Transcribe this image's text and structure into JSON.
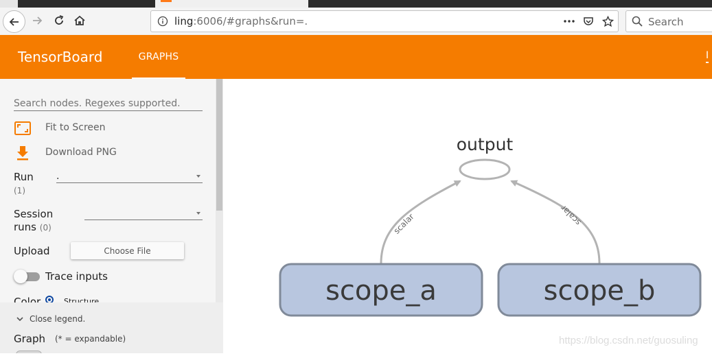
{
  "browser": {
    "url_host": "ling",
    "url_rest": ":6006/#graphs&run=.",
    "search_placeholder": "Search"
  },
  "header": {
    "brand": "TensorBoard",
    "active_tab": "GRAPHS",
    "edge_tab": "I"
  },
  "sidebar": {
    "search_placeholder": "Search nodes. Regexes supported.",
    "fit_to_screen": "Fit to Screen",
    "download_png": "Download PNG",
    "run_label": "Run",
    "run_count": "(1)",
    "run_value": ".",
    "session_label_1": "Session",
    "session_label_2": "runs",
    "session_count": "(0)",
    "upload_label": "Upload",
    "choose_file": "Choose File",
    "trace_inputs": "Trace inputs",
    "color_label": "Color",
    "color_option": "Structure",
    "close_legend": "Close legend.",
    "graph_label": "Graph",
    "expandable_note": "(* = expandable)"
  },
  "graph": {
    "nodes": {
      "output": "output",
      "scope_a": "scope_a",
      "scope_b": "scope_b"
    },
    "edge_left_label": "scalar",
    "edge_right_label": "scalar"
  },
  "watermark": "https://blog.csdn.net/guosuling",
  "colors": {
    "header": "#f57c00",
    "node_fill": "#b8c6df",
    "node_stroke": "#808a99",
    "edge": "#b3b3b3",
    "sidebar": "#f5f5f5"
  }
}
